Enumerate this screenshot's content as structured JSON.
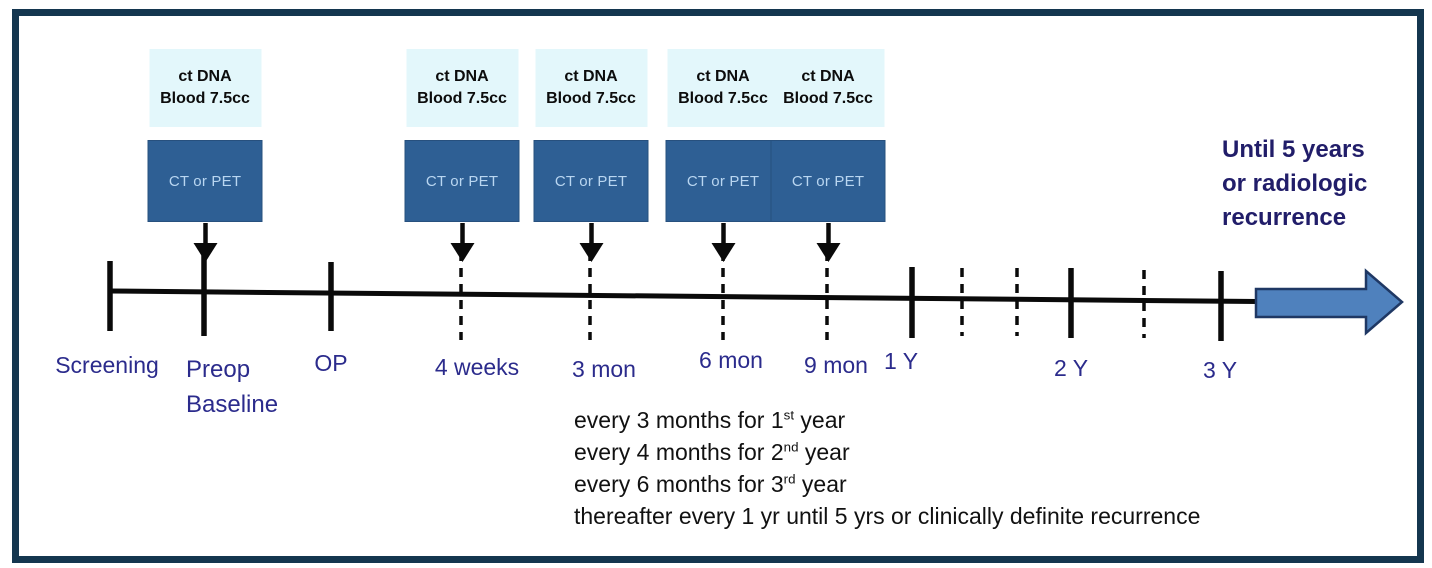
{
  "palette": {
    "frame_border": "#14364f",
    "ctdna_box_bg": "#e3f7fb",
    "scan_box_bg": "#2e5f94",
    "scan_box_text": "#b9d6f1",
    "timeline_color": "#0a0a0a",
    "timepoint_label_color": "#2b2b8c",
    "until_note_color": "#211d69",
    "continuation_arrow_fill": "#4f81bd",
    "continuation_arrow_border": "#1f3864"
  },
  "events": [
    {
      "blood_line1": "ct DNA",
      "blood_line2": "Blood 7.5cc",
      "scan_label": "CT or PET"
    },
    {
      "blood_line1": "ct DNA",
      "blood_line2": "Blood 7.5cc",
      "scan_label": "CT or PET"
    },
    {
      "blood_line1": "ct DNA",
      "blood_line2": "Blood 7.5cc",
      "scan_label": "CT or PET"
    },
    {
      "blood_line1": "ct DNA",
      "blood_line2": "Blood 7.5cc",
      "scan_label": "CT or PET"
    },
    {
      "blood_line1": "ct DNA",
      "blood_line2": "Blood 7.5cc",
      "scan_label": "CT or PET"
    }
  ],
  "timepoints": [
    {
      "label": "Screening"
    },
    {
      "label": "Preop",
      "sublabel": "Baseline"
    },
    {
      "label": "OP"
    },
    {
      "label": "4 weeks"
    },
    {
      "label": "3 mon"
    },
    {
      "label": "6 mon"
    },
    {
      "label": "9 mon"
    },
    {
      "label": "1 Y"
    },
    {
      "label": "2 Y"
    },
    {
      "label": "3 Y"
    }
  ],
  "until_note": {
    "line1": "Until 5 years",
    "line2": "or radiologic",
    "line3": "recurrence"
  },
  "schedule_notes": [
    {
      "text": "every 3 months for 1",
      "superscript": "st",
      "tail": " year"
    },
    {
      "text": "every 4 months for 2",
      "superscript": "nd",
      "tail": " year"
    },
    {
      "text": "every 6 months for 3",
      "superscript": "rd",
      "tail": "  year"
    },
    {
      "text": "thereafter every 1 yr until 5 yrs or clinically definite recurrence",
      "superscript": "",
      "tail": ""
    }
  ]
}
